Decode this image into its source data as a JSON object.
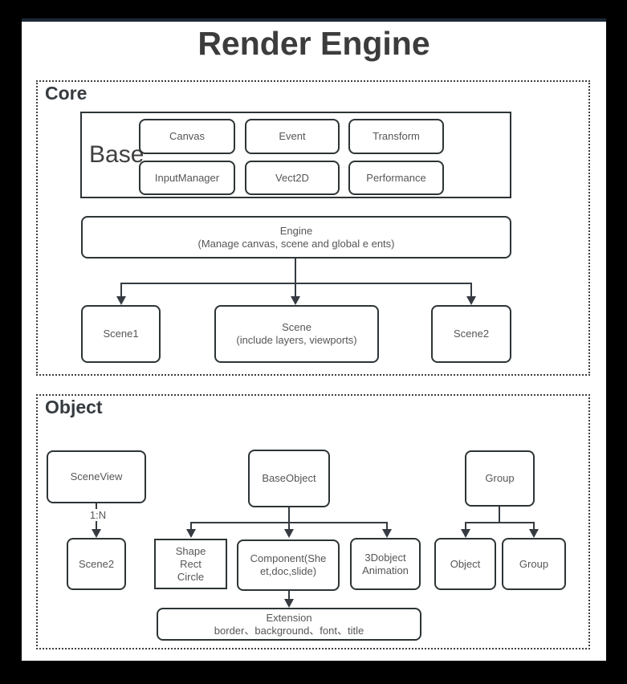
{
  "title": "Render Engine",
  "core": {
    "label": "Core",
    "base": {
      "label": "Base",
      "items": [
        "Canvas",
        "Event",
        "Transform",
        "InputManager",
        "Vect2D",
        "Performance"
      ]
    },
    "engine": {
      "line1": "Engine",
      "line2": "(Manage canvas, scene and global e ents)"
    },
    "scene1": "Scene1",
    "scene_main": {
      "line1": "Scene",
      "line2": "(include layers, viewports)"
    },
    "scene2": "Scene2"
  },
  "object": {
    "label": "Object",
    "scene_view": "SceneView",
    "relation": "1:N",
    "scene2": "Scene2",
    "base_object": "BaseObject",
    "shape": {
      "line1": "Shape",
      "line2": "Rect",
      "line3": "Circle"
    },
    "component": {
      "line1": "Component(She",
      "line2": "et,doc,slide)"
    },
    "object3d": {
      "line1": "3Dobject",
      "line2": "Animation"
    },
    "extension": {
      "line1": "Extension",
      "line2": "border、background、font、title"
    },
    "group": "Group",
    "group_children": {
      "object": "Object",
      "group": "Group"
    }
  },
  "colors": {
    "canvas_bg": "#000000",
    "page_bg": "#ffffff",
    "top_edge": "#1b2836",
    "node_border": "#2d3436",
    "node_text": "#565656",
    "line": "#353b41",
    "section_border": "#3f3f3f",
    "title_text": "#3c3c3c"
  }
}
